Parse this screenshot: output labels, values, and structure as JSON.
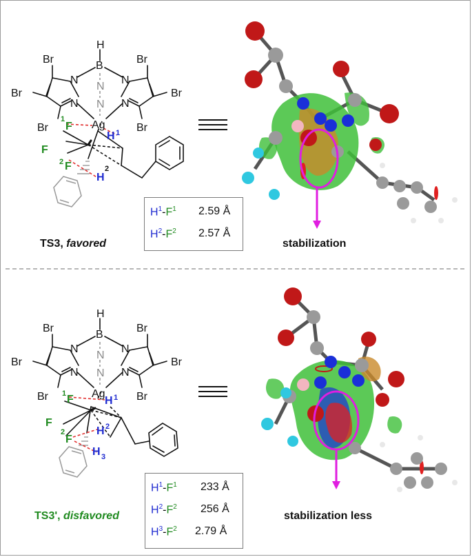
{
  "colors": {
    "hydrogen_label": "#1f2bd0",
    "fluorine_label": "#1f8a1f",
    "magenta_arrow": "#e01ee0",
    "bromine_sphere": "#c01818",
    "nitrogen_sphere": "#1a2fd8",
    "carbon_sphere": "#9a9a9a",
    "fluorine_sphere": "#2fc8e0",
    "silver_sphere": "#f2b6c0"
  },
  "atoms": {
    "br": "Br",
    "n": "N",
    "b": "B",
    "h": "H",
    "ag": "Ag",
    "f": "F",
    "h1": "H",
    "h2": "H",
    "h3": "H",
    "sup1": "1",
    "sup2": "2",
    "sub3": "3"
  },
  "ts3": {
    "name": "TS3, ",
    "qualifier": "favored",
    "distances": [
      {
        "h": "H",
        "hs": "1",
        "f": "F",
        "fs": "1",
        "value": "2.59 Å"
      },
      {
        "h": "H",
        "hs": "2",
        "f": "F",
        "fs": "2",
        "value": "2.57 Å"
      }
    ],
    "nci_caption": "stabilization"
  },
  "ts3p": {
    "name": "TS3', ",
    "qualifier": "disfavored",
    "distances": [
      {
        "h": "H",
        "hs": "1",
        "f": "F",
        "fs": "1",
        "value": "233 Å"
      },
      {
        "h": "H",
        "hs": "2",
        "f": "F",
        "fs": "2",
        "value": "256 Å"
      },
      {
        "h": "H",
        "hs": "3",
        "f": "F",
        "fs": "2",
        "value": "2.79 Å"
      }
    ],
    "nci_caption": "stabilization less"
  },
  "connector_icon": "equivalence-icon"
}
